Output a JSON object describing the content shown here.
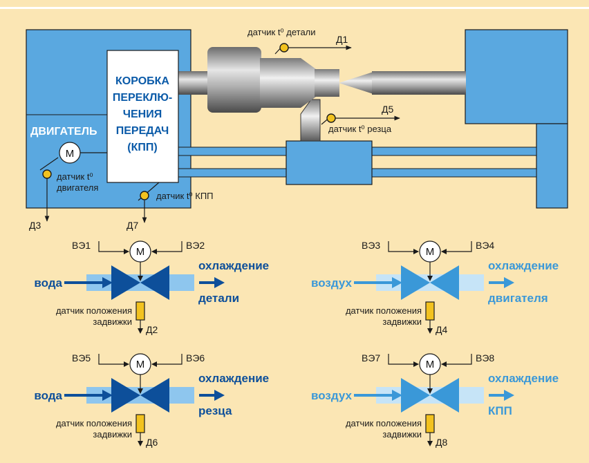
{
  "colors": {
    "background": "#fbe6b4",
    "machine": "#5aa8e0",
    "dark_valve": "#0d4f9a",
    "light_valve": "#3a98d8",
    "sensor": "#f2c21f"
  },
  "machine": {
    "gearbox_lines": [
      "КОРОБКА",
      "ПЕРЕКЛЮ-",
      "ЧЕНИЯ",
      "ПЕРЕДАЧ",
      "(КПП)"
    ],
    "motor_label": "ДВИГАТЕЛЬ",
    "motor_symbol": "M",
    "sensor_part": "датчик t⁰ детали",
    "sensor_part_out": "Д1",
    "sensor_cutter": "датчик t⁰ резца",
    "sensor_cutter_out": "Д5",
    "sensor_motor_lines": [
      "датчик t⁰",
      "двигателя"
    ],
    "sensor_motor_out": "Д3",
    "sensor_gearbox": "датчик t⁰ КПП",
    "sensor_gearbox_out": "Д7"
  },
  "valves": [
    {
      "left_drive": "ВЭ1",
      "right_drive": "ВЭ2",
      "motor": "M",
      "medium": "вода",
      "target_lines": [
        "охлаждение",
        "детали"
      ],
      "sensor_lines": [
        "датчик положения",
        "задвижки"
      ],
      "output": "Д2"
    },
    {
      "left_drive": "ВЭ3",
      "right_drive": "ВЭ4",
      "motor": "M",
      "medium": "воздух",
      "target_lines": [
        "охлаждение",
        "двигателя"
      ],
      "sensor_lines": [
        "датчик положения",
        "задвижки"
      ],
      "output": "Д4"
    },
    {
      "left_drive": "ВЭ5",
      "right_drive": "ВЭ6",
      "motor": "M",
      "medium": "вода",
      "target_lines": [
        "охлаждение",
        "резца"
      ],
      "sensor_lines": [
        "датчик положения",
        "задвижки"
      ],
      "output": "Д6"
    },
    {
      "left_drive": "ВЭ7",
      "right_drive": "ВЭ8",
      "motor": "M",
      "medium": "воздух",
      "target_lines": [
        "охлаждение",
        "КПП"
      ],
      "sensor_lines": [
        "датчик положения",
        "задвижки"
      ],
      "output": "Д8"
    }
  ]
}
